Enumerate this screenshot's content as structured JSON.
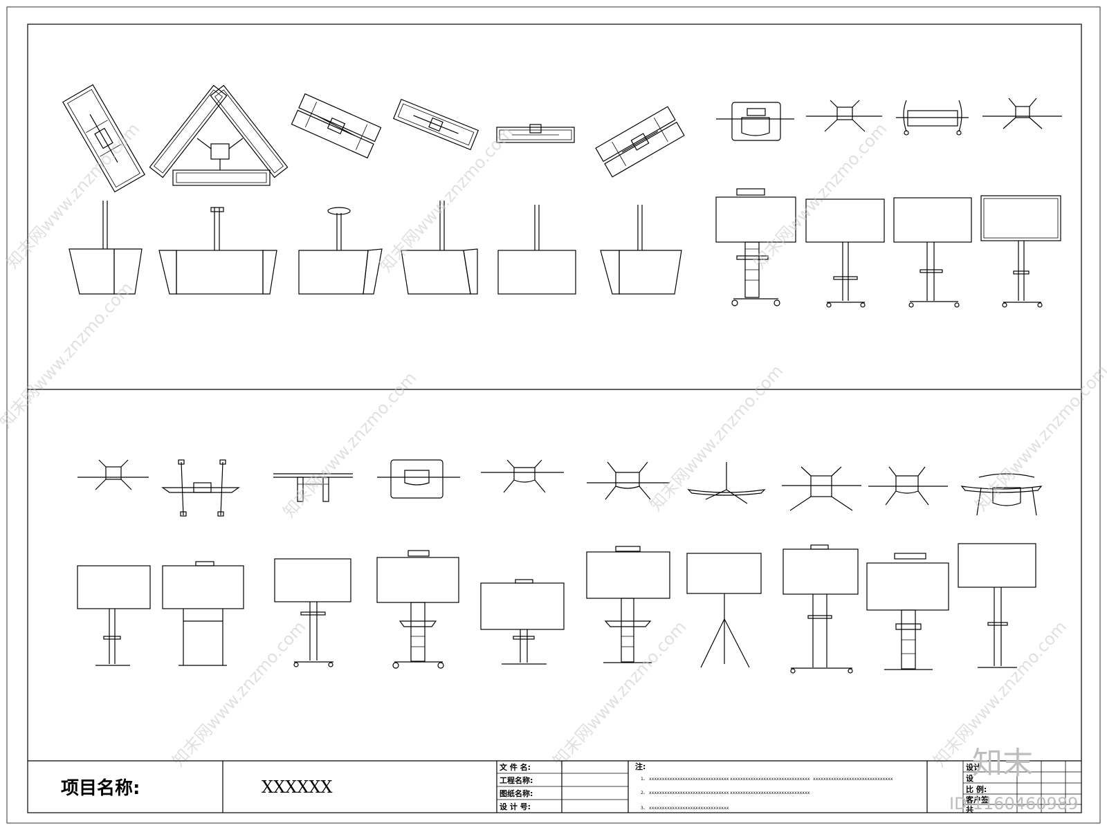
{
  "title_block": {
    "project_label": "项目名称:",
    "project_value": "XXXXXX",
    "fields": [
      "文 件 名:",
      "工程名称:",
      "图纸名称:",
      "设 计 号:"
    ],
    "note_label": "注:",
    "notes": [
      {
        "num": "1、",
        "segments": [
          "xxxxxxxxxxxxxxxxxxxxxxxxxxxxxxx",
          "xxxxxxxxxxxxxxxxxxxxxxxxxxxxxxx",
          "xxxxxxxxxxxxxxxxxxxxxxxxxxxxxxx"
        ]
      },
      {
        "num": "2、",
        "segments": [
          "xxxxxxxxxxxxxxxxxxxxxxxxxxxxxxx",
          "xxxxxxxxxxxxxxxxxxxxxxxxxxxxxxx"
        ]
      },
      {
        "num": "3、",
        "segments": [
          "xxxxxxxxxxxxxxxxxxxxxxxxxxxxxxx"
        ]
      }
    ],
    "right_fields": [
      "设计",
      "设",
      "比 例:",
      "客户签",
      "共"
    ]
  },
  "watermark": {
    "text": "知末网www.znzmo.com",
    "brand": "知末",
    "id_text": "ID:1160460989"
  }
}
